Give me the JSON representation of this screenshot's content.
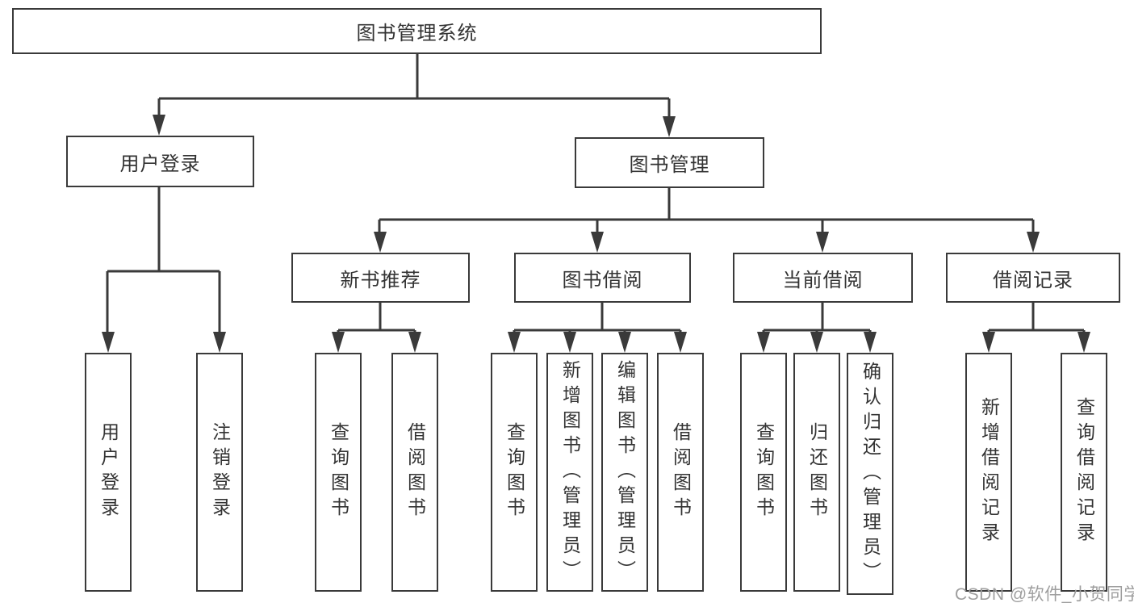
{
  "diagram": {
    "title": "图书管理系统",
    "groups": [
      {
        "label": "用户登录",
        "children": [
          "用户登录",
          "注销登录"
        ]
      },
      {
        "label": "图书管理",
        "subgroups": [
          {
            "label": "新书推荐",
            "children": [
              "查询图书",
              "借阅图书"
            ]
          },
          {
            "label": "图书借阅",
            "children": [
              "查询图书",
              "新增图书（管理员）",
              "编辑图书（管理员）",
              "借阅图书"
            ]
          },
          {
            "label": "当前借阅",
            "children": [
              "查询图书",
              "归还图书",
              "确认归还（管理员）"
            ]
          },
          {
            "label": "借阅记录",
            "children": [
              "新增借阅记录",
              "查询借阅记录"
            ]
          }
        ]
      }
    ]
  },
  "watermark": {
    "text": "CSDN @软件_小贺同学"
  },
  "colors": {
    "line": "#3a3a3a",
    "text": "#333333",
    "watermark": "#9e9e9e",
    "background": "#ffffff"
  }
}
